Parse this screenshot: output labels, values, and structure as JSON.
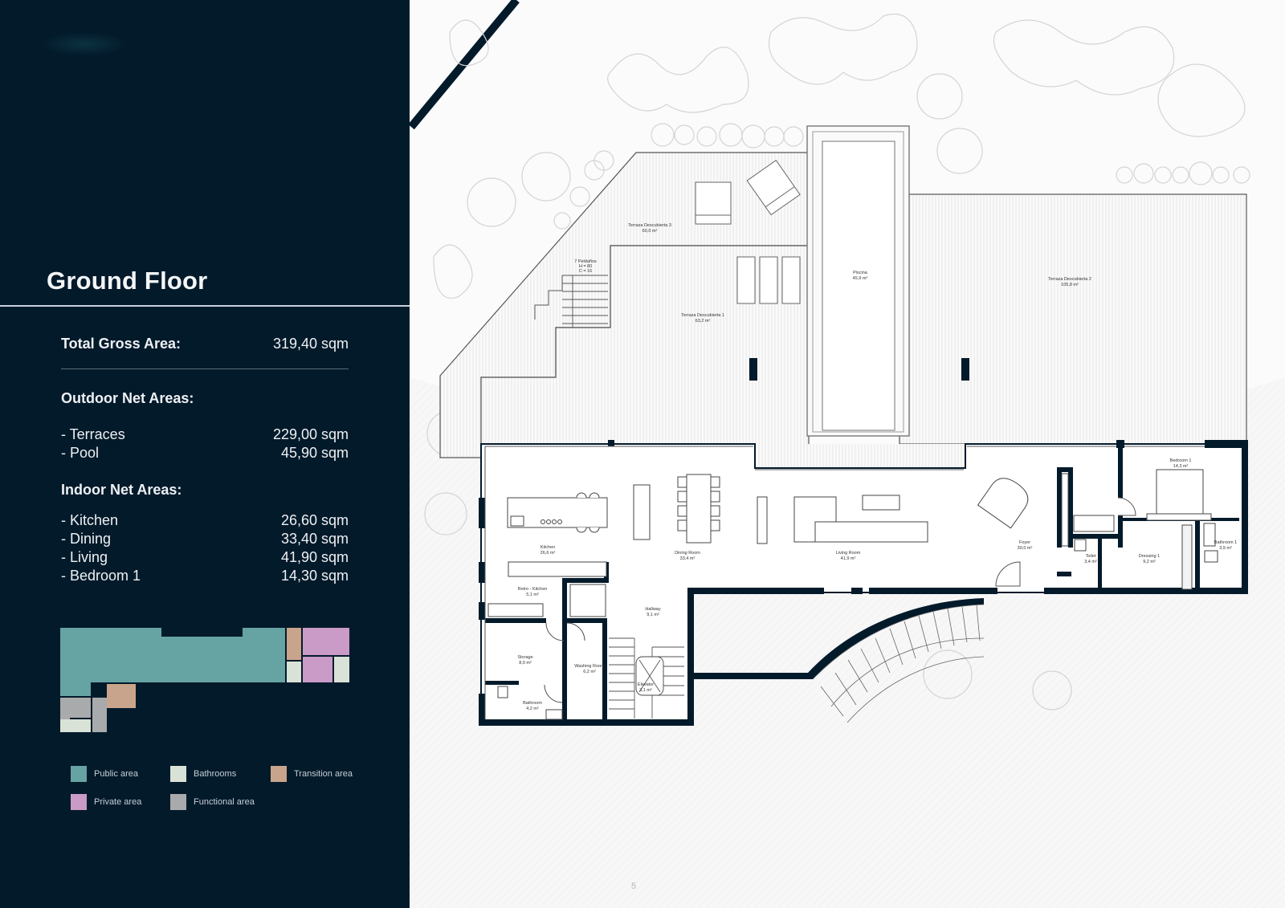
{
  "sidebar": {
    "title": "Ground Floor",
    "total": {
      "label": "Total Gross Area:",
      "value": "319,40 sqm"
    },
    "outdoor": {
      "heading": "Outdoor Net Areas:",
      "items": [
        {
          "label": "- Terraces",
          "value": "229,00 sqm"
        },
        {
          "label": "- Pool",
          "value": "45,90 sqm"
        }
      ]
    },
    "indoor": {
      "heading": "Indoor Net Areas:",
      "items": [
        {
          "label": "- Kitchen",
          "value": "26,60 sqm"
        },
        {
          "label": "- Dining",
          "value": "33,40 sqm"
        },
        {
          "label": "- Living",
          "value": "41,90 sqm"
        },
        {
          "label": "- Bedroom 1",
          "value": "14,30 sqm"
        }
      ]
    },
    "legend": [
      {
        "label": "Public area",
        "color": "#66a3a3"
      },
      {
        "label": "Bathrooms",
        "color": "#d8e2d6"
      },
      {
        "label": "Transition area",
        "color": "#c9a48c"
      },
      {
        "label": "Private area",
        "color": "#c99bc6"
      },
      {
        "label": "Functional area",
        "color": "#a9aaac"
      }
    ]
  },
  "plan": {
    "rooms": [
      {
        "name": "Terraza Descubierta 3",
        "area": "60,0 m²"
      },
      {
        "name": "Terraza Descubierta 1",
        "area": "63,2 m²"
      },
      {
        "name": "Piscina",
        "area": "45,9 m²"
      },
      {
        "name": "Terraza Descubierta 2",
        "area": "105,8 m²"
      },
      {
        "name": "Kitchen",
        "area": "26,6 m²"
      },
      {
        "name": "Dining Room",
        "area": "33,4 m²"
      },
      {
        "name": "Living Room",
        "area": "41,9 m²"
      },
      {
        "name": "Foyer",
        "area": "30,0 m²"
      },
      {
        "name": "Bedroom 1",
        "area": "14,3 m²"
      },
      {
        "name": "Bathroom 1",
        "area": "3,9 m²"
      },
      {
        "name": "Dressing 1",
        "area": "9,2 m²"
      },
      {
        "name": "Toilet",
        "area": "3,4 m²"
      },
      {
        "name": "Retro - Kitchen",
        "area": "5,1 m²"
      },
      {
        "name": "Hallway",
        "area": "9,1 m²"
      },
      {
        "name": "Storage",
        "area": "8,0 m²"
      },
      {
        "name": "Washing Room",
        "area": "6,2 m²"
      },
      {
        "name": "Bathroom",
        "area": "4,2 m²"
      },
      {
        "name": "Elevator",
        "area": "3,1 m²"
      }
    ],
    "stairs_note": {
      "line1": "7 Peldaños",
      "line2": "H = 80",
      "line3": "C = 16"
    }
  },
  "page_number": "5"
}
